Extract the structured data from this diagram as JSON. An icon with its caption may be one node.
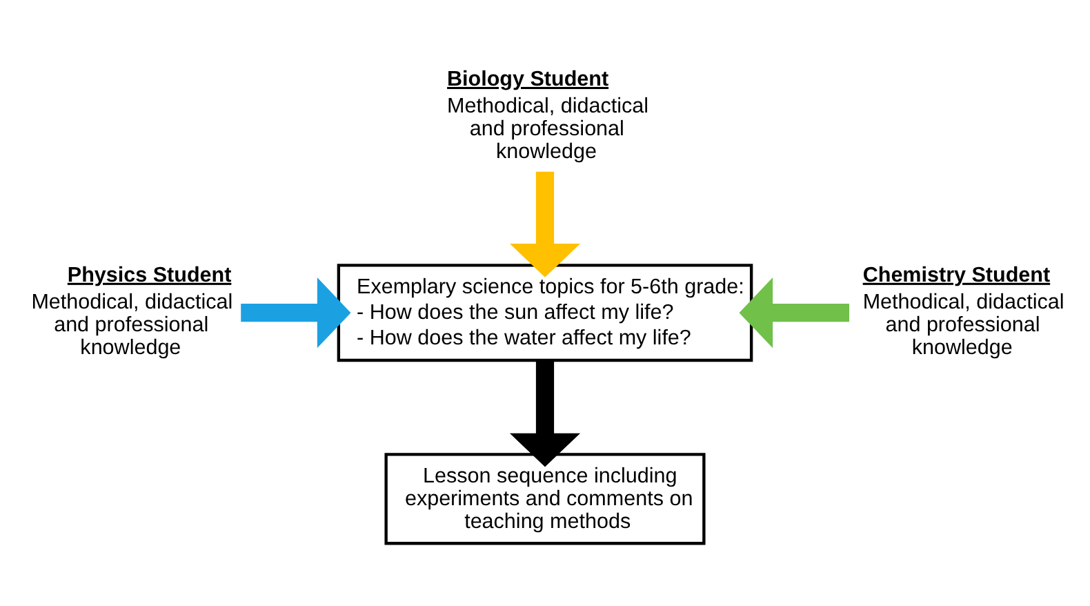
{
  "diagram": {
    "nodes": [
      {
        "text": [
          "Physics Student",
          "Methodical, didactical and professional knowledge"
        ]
      },
      {
        "text": [
          "Biology Student",
          "Methodical, didactical and professional knowledge"
        ]
      },
      {
        "text": [
          "Chemistry Student",
          "Methodical, didactical and professional knowledge"
        ]
      },
      {
        "text": [
          "Exemplary science topics for 5-6th grade:",
          "- How does the sun affect my life?",
          "- How does the water affect my life?"
        ]
      },
      {
        "text": [
          "Lesson sequence including experiments and comments on teaching methods"
        ]
      }
    ],
    "edges": [
      {
        "from": 0,
        "to": 3,
        "arrow": "to",
        "color": "#1ba1e2"
      },
      {
        "from": 1,
        "to": 3,
        "arrow": "to",
        "color": "#ffc000"
      },
      {
        "from": 2,
        "to": 3,
        "arrow": "to",
        "color": "#70c04a"
      },
      {
        "from": 3,
        "to": 4,
        "arrow": "to",
        "color": "#000000"
      }
    ]
  }
}
